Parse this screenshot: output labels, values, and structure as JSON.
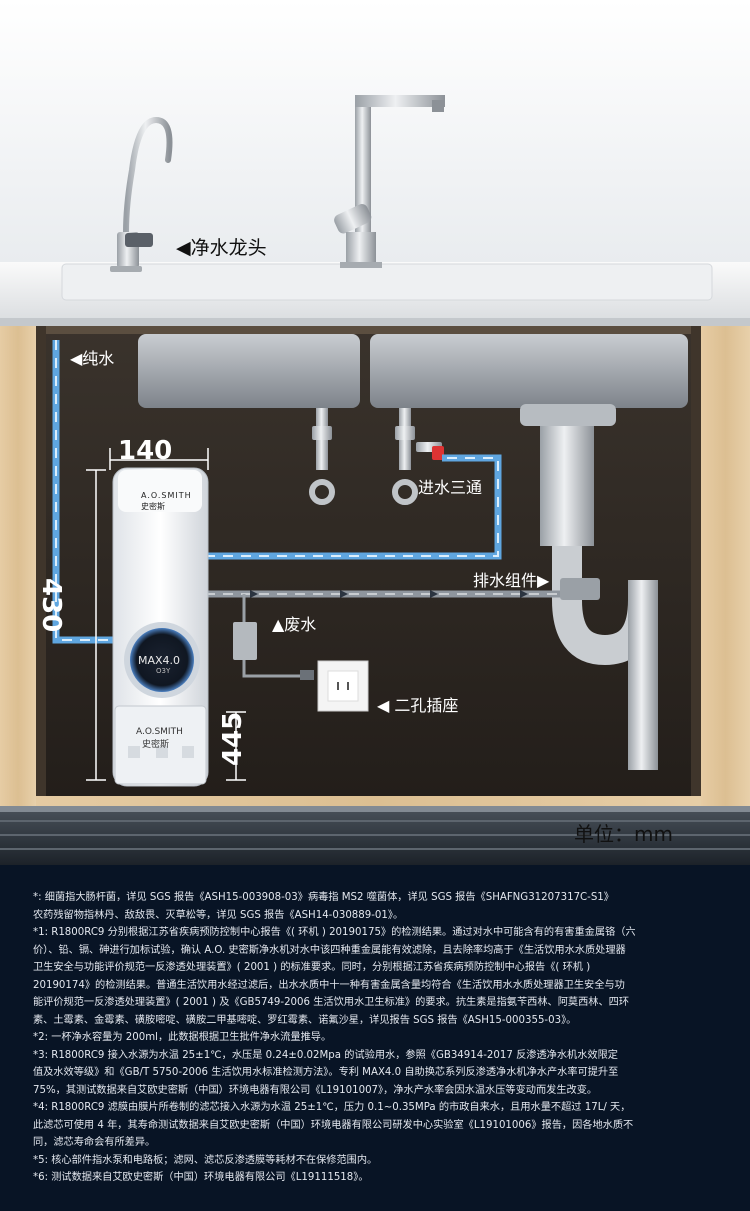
{
  "labels": {
    "faucet": "◀净水龙头",
    "pure_water": "◀纯水",
    "inlet_tee": "进水三通",
    "drain_assembly": "排水组件▶",
    "waste_water": "▲废水",
    "socket": "◀ 二孔插座",
    "unit": "单位：mm"
  },
  "dimensions": {
    "width": "140",
    "height": "430",
    "depth": "445"
  },
  "product": {
    "brand_en": "A.O.SMITH",
    "brand_cn": "史密斯",
    "model": "MAX4.0",
    "model_sub": "O3Y",
    "bottom_brand_en": "A.O.SMITH",
    "bottom_brand_cn": "史密斯"
  },
  "colors": {
    "cabinet_dark": "#2b2520",
    "wood": "#e2c79c",
    "pipe_blue": "#5fa6e0",
    "pipe_gray": "#8f969e",
    "notes_bg": "#081425"
  },
  "notes": [
    "*: 细菌指大肠杆菌，详见 SGS 报告《ASH15-003908-03》病毒指 MS2 噬菌体，详见 SGS 报告《SHAFNG31207317C-S1》",
    "农药残留物指林丹、敌敌畏、灭草松等，详见 SGS 报告《ASH14-030889-01》。",
    "*1: R1800RC9 分别根据江苏省疾病预防控制中心报告《( 环机 ) 20190175》的检测结果。通过对水中可能含有的有害重金属铬（六",
    "价）、铅、镉、砷进行加标试验，确认 A.O. 史密斯净水机对水中该四种重金属能有效滤除，且去除率均高于《生活饮用水水质处理器",
    "卫生安全与功能评价规范一反渗透处理装置》( 2001 ) 的标准要求。同时，分别根据江苏省疾病预防控制中心报告《( 环机 )",
    "20190174》的检测结果。普通生活饮用水经过滤后，出水水质中十一种有害金属含量均符合《生活饮用水水质处理器卫生安全与功",
    "能评价规范一反渗透处理装置》( 2001 ) 及《GB5749-2006 生活饮用水卫生标准》的要求。抗生素是指氨苄西林、阿莫西林、四环",
    "素、土霉素、金霉素、磺胺嘧啶、磺胺二甲基嘧啶、罗红霉素、诺氟沙星，详见报告 SGS 报告《ASH15-000355-03》。",
    "*2: 一杯净水容量为 200ml，此数据根据卫生批件净水流量推导。",
    "*3: R1800RC9 接入水源为水温 25±1℃，水压是 0.24±0.02Mpa 的试验用水，参照《GB34914-2017 反渗透净水机水效限定",
    "值及水效等级》和《GB/T 5750-2006 生活饮用水标准检测方法》。专利 MAX4.0 自助换芯系列反渗透净水机净水产水率可提升至",
    "75%，其测试数据来自艾欧史密斯（中国）环境电器有限公司《L19101007》，净水产水率会因水温水压等变动而发生改变。",
    "*4: R1800RC9 滤膜由膜片所卷制的滤芯接入水源为水温 25±1℃，压力 0.1~0.35MPa 的市政自来水，且用水量不超过 17L/ 天，",
    "此滤芯可使用 4 年，其寿命测试数据来自艾欧史密斯（中国）环境电器有限公司研发中心实验室《L19101006》报告，因各地水质不",
    "同，滤芯寿命会有所差异。",
    "*5: 核心部件指水泵和电路板；滤网、滤芯反渗透膜等耗材不在保修范围内。",
    "*6: 测试数据来自艾欧史密斯（中国）环境电器有限公司《L19111518》。"
  ]
}
